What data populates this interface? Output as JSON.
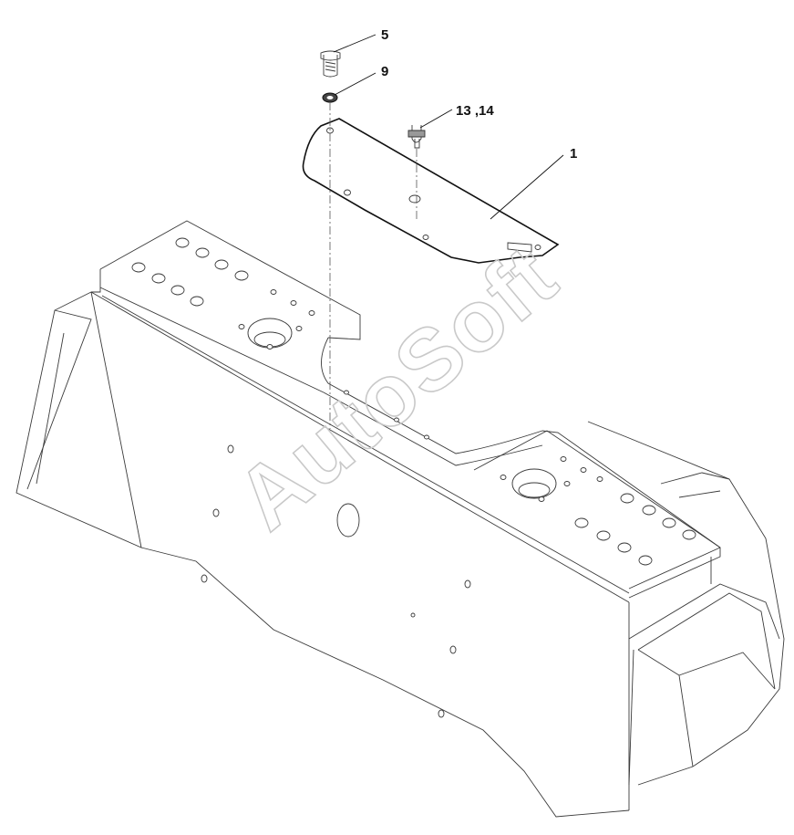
{
  "callouts": [
    {
      "label": "5",
      "part": "bolt"
    },
    {
      "label": "9",
      "part": "washer"
    },
    {
      "label": "13 ,14",
      "part": "grease-fitting"
    },
    {
      "label": "1",
      "part": "cover-plate"
    }
  ],
  "watermark": "AutoSoft",
  "colors": {
    "line": "#3a3a3a",
    "text": "#111111",
    "watermark": "#c9c9c9",
    "background": "#ffffff"
  }
}
